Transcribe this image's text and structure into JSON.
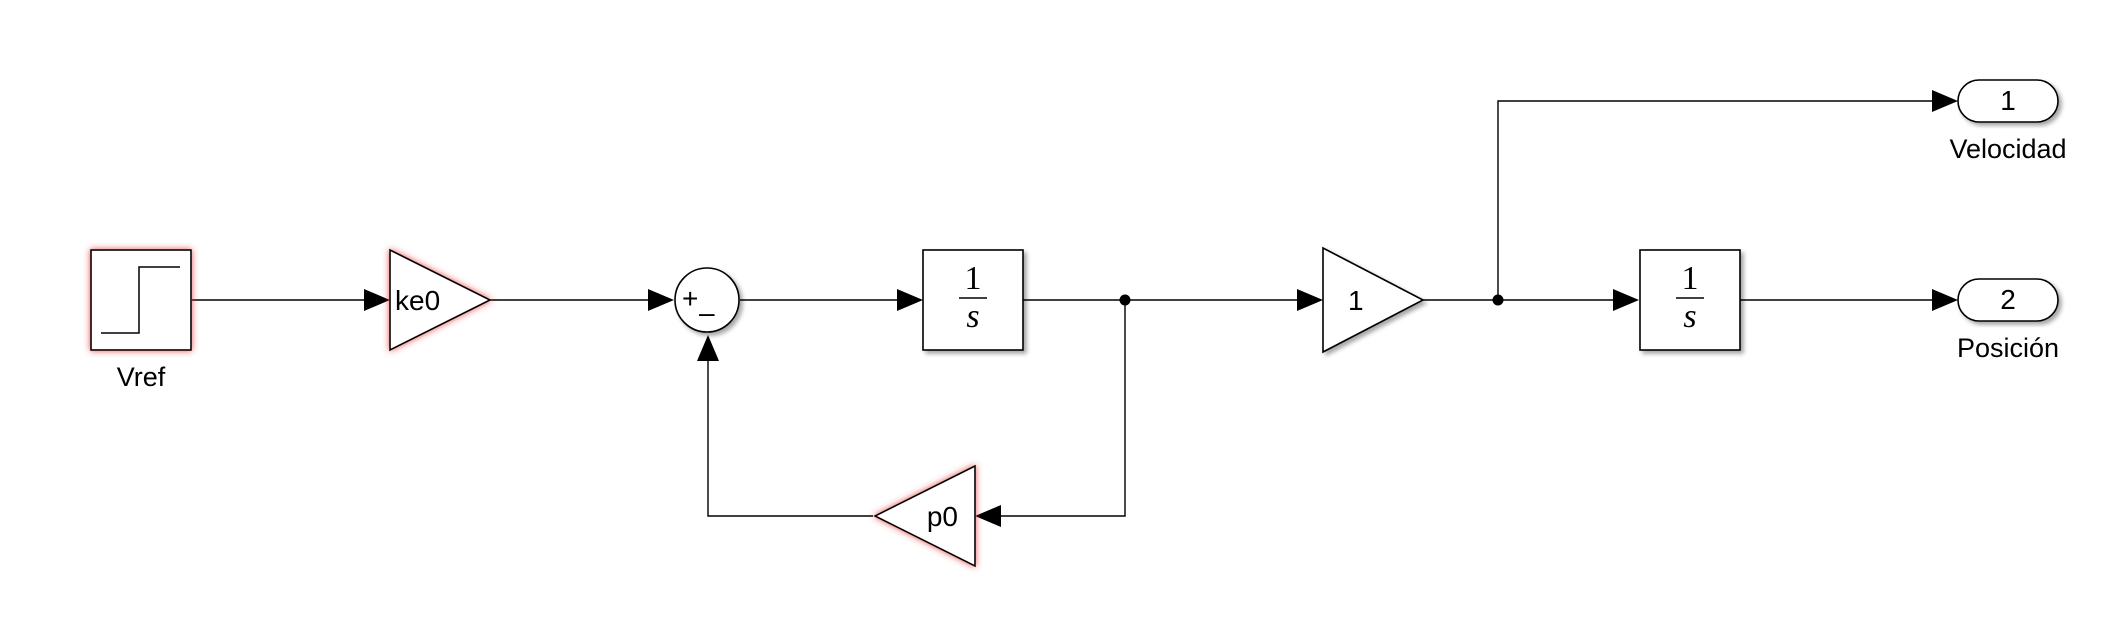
{
  "diagram": {
    "blocks": {
      "step": {
        "name": "Vref"
      },
      "gain_ke0": {
        "text": "ke0"
      },
      "sum": {
        "plus": "+",
        "minus": "–"
      },
      "integrator1": {
        "numerator": "1",
        "denominator": "s"
      },
      "gain_one": {
        "text": "1"
      },
      "integrator2": {
        "numerator": "1",
        "denominator": "s"
      },
      "gain_p0": {
        "text": "p0"
      },
      "outport1": {
        "number": "1",
        "name": "Velocidad"
      },
      "outport2": {
        "number": "2",
        "name": "Posición"
      }
    },
    "colors": {
      "line": "#000000",
      "block_fill": "#ffffff",
      "highlight_glow": "#e03030"
    },
    "highlighted_blocks": [
      "step",
      "gain_ke0",
      "gain_p0"
    ]
  }
}
